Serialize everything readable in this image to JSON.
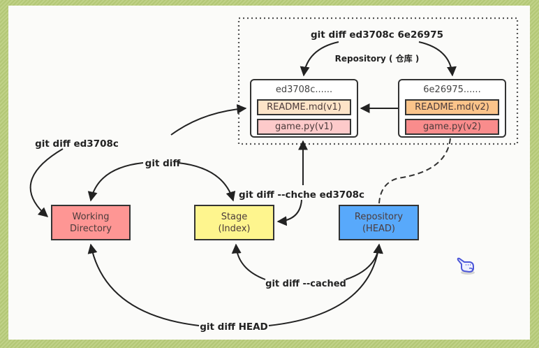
{
  "repository_group": {
    "title": "Repository ( 仓库 )",
    "compare_label": "git diff ed3708c 6e26975",
    "commits": [
      {
        "hash": "ed3708c......",
        "files": [
          {
            "name": "README.md(v1)",
            "color": "#fde4c8"
          },
          {
            "name": "game.py(v1)",
            "color": "#fdcaca"
          }
        ]
      },
      {
        "hash": "6e26975......",
        "files": [
          {
            "name": "README.md(v2)",
            "color": "#fbc48a"
          },
          {
            "name": "game.py(v2)",
            "color": "#f98c8c"
          }
        ]
      }
    ]
  },
  "areas": {
    "working": {
      "line1": "Working",
      "line2": "Directory",
      "color": "#fe9694"
    },
    "stage": {
      "line1": "Stage",
      "line2": "(Index)",
      "color": "#fef58e"
    },
    "head": {
      "line1": "Repository",
      "line2": "(HEAD)",
      "color": "#58a9fb"
    }
  },
  "commands": {
    "diff_commit": "git diff ed3708c",
    "diff": "git diff",
    "diff_cached_commit": "git diff --chche ed3708c",
    "diff_cached": "git diff --cached",
    "diff_head": "git diff HEAD"
  },
  "cursor_icon": "pointing-hand-icon"
}
